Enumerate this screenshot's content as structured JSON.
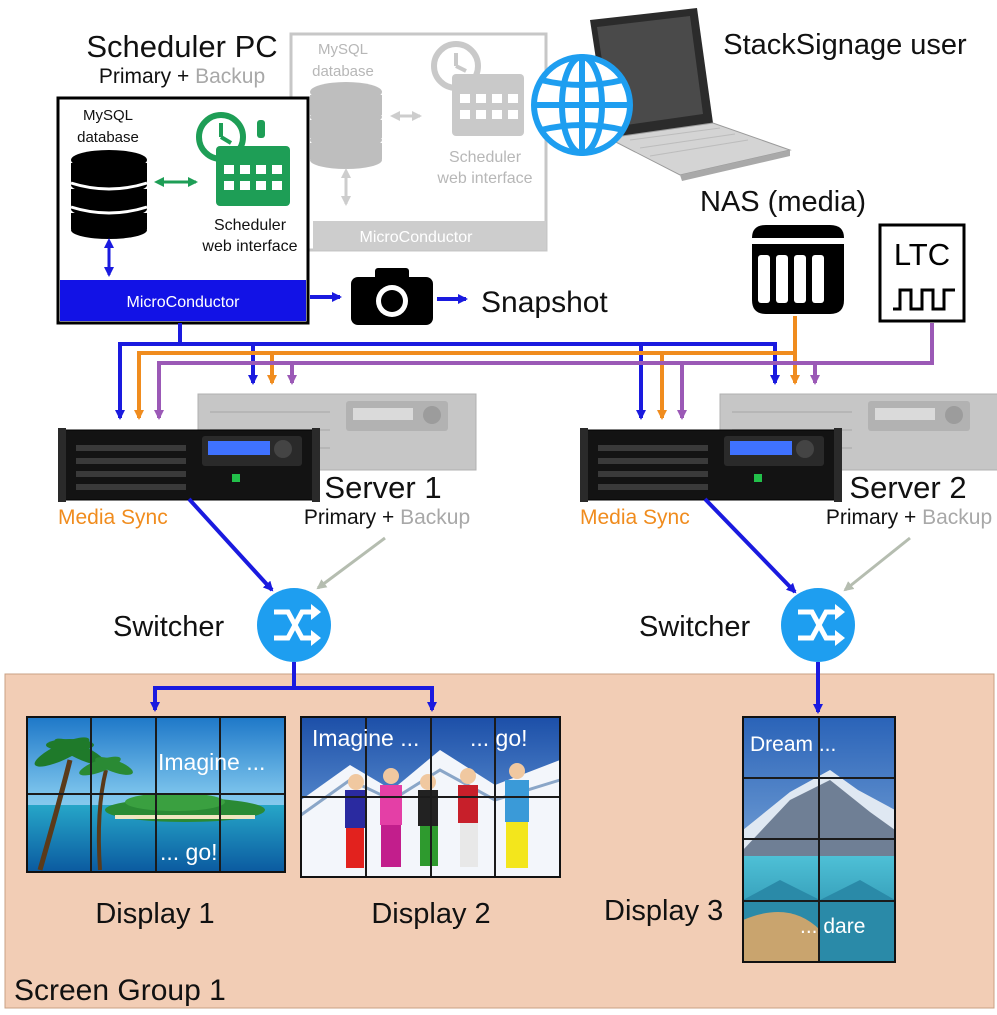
{
  "scheduler": {
    "title": "Scheduler PC",
    "sub_primary": "Primary + ",
    "sub_backup": "Backup",
    "db_line1": "MySQL",
    "db_line2": "database",
    "web_line1": "Scheduler",
    "web_line2": "web interface",
    "microconductor": "MicroConductor"
  },
  "user": {
    "label": "StackSignage user"
  },
  "nas": {
    "label": "NAS (media)"
  },
  "ltc": {
    "label": "LTC"
  },
  "snapshot": {
    "label": "Snapshot"
  },
  "servers": [
    {
      "name": "Server 1",
      "sub_primary": "Primary + ",
      "sub_backup": "Backup",
      "sync": "Media Sync"
    },
    {
      "name": "Server 2",
      "sub_primary": "Primary + ",
      "sub_backup": "Backup",
      "sync": "Media Sync"
    }
  ],
  "switchers": [
    {
      "label": "Switcher"
    },
    {
      "label": "Switcher"
    }
  ],
  "displays": [
    {
      "label": "Display 1",
      "text_top": "Imagine ...",
      "text_bottom": "... go!"
    },
    {
      "label": "Display 2",
      "text_top": "Imagine ...",
      "text_bottom": "... go!"
    },
    {
      "label": "Display 3",
      "text_top": "Dream ...",
      "text_bottom": "... dare"
    }
  ],
  "screen_group": {
    "label": "Screen Group 1"
  },
  "colors": {
    "control": "#1a1adf",
    "media": "#f08c1e",
    "timecode": "#9b59b6",
    "backup": "#b5bdb0",
    "screen_group_bg": "#f2cdb5",
    "scheduler_green": "#1e9e56"
  }
}
